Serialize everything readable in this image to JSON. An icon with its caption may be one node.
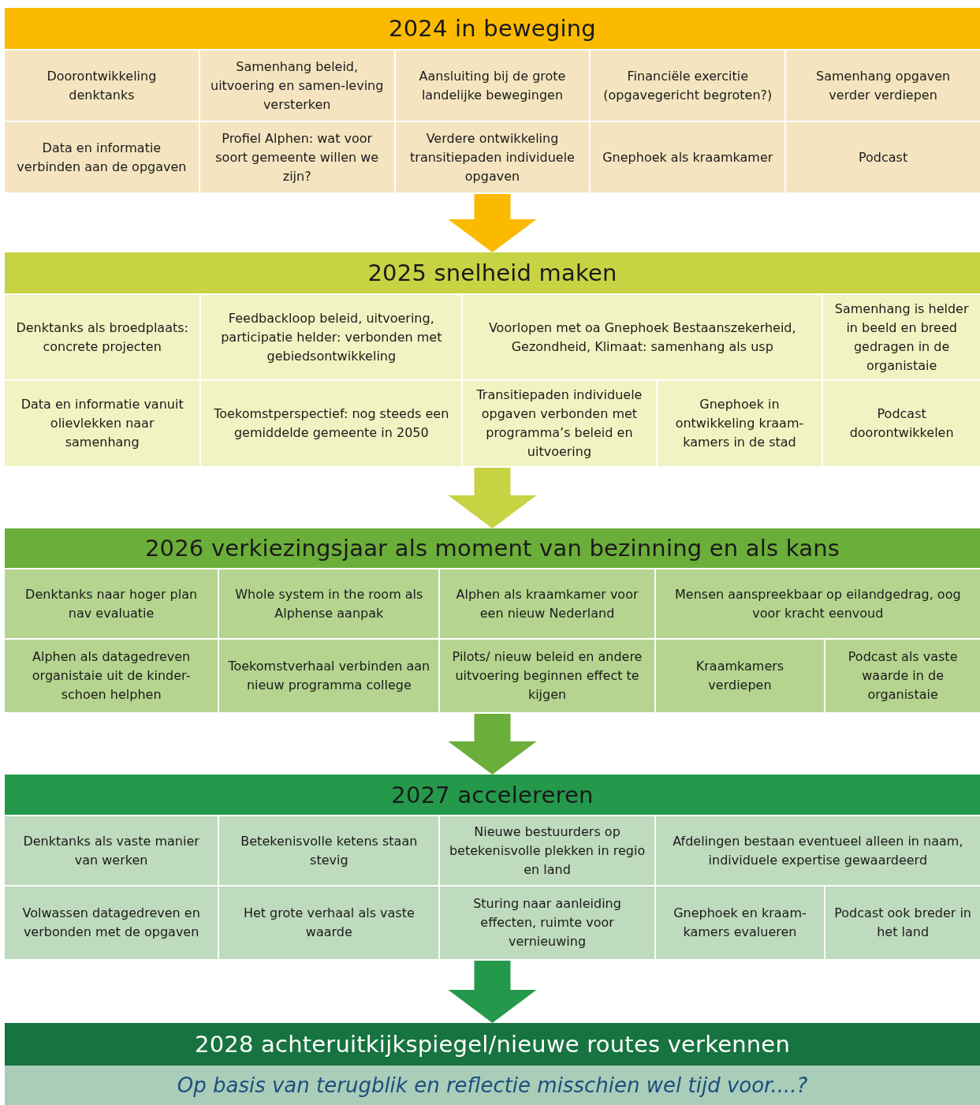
{
  "diagram": {
    "nodes": [
      {
        "text": [
          "2024 in beweging"
        ]
      },
      {
        "text": [
          "Doorontwikkeling denktanks"
        ],
        "in": 0
      },
      {
        "text": [
          "Samenhang beleid, uitvoering en samen-leving versterken"
        ],
        "in": 0
      },
      {
        "text": [
          "Aansluiting bij de grote landelijke bewegingen"
        ],
        "in": 0
      },
      {
        "text": [
          "Financiële exercitie (opgavegericht begroten?)"
        ],
        "in": 0
      },
      {
        "text": [
          "Samenhang opgaven verder verdiepen"
        ],
        "in": 0
      },
      {
        "text": [
          "Data en informatie verbinden aan de opgaven"
        ],
        "in": 0
      },
      {
        "text": [
          "Profiel Alphen: wat voor soort gemeente willen we zijn?"
        ],
        "in": 0
      },
      {
        "text": [
          "Verdere ontwikkeling transitiepaden individuele opgaven"
        ],
        "in": 0
      },
      {
        "text": [
          "Gnephoek als kraamkamer"
        ],
        "in": 0
      },
      {
        "text": [
          "Podcast"
        ],
        "in": 0
      },
      {
        "text": [
          "2025 snelheid maken"
        ]
      },
      {
        "text": [
          "Denktanks als broedplaats: concrete projecten"
        ],
        "in": 11
      },
      {
        "text": [
          "Feedbackloop beleid, uitvoering, participatie helder: verbonden met gebiedsontwikkeling"
        ],
        "in": 11
      },
      {
        "text": [
          "Voorlopen met oa Gnephoek Bestaanszekerheid, Gezondheid, Klimaat: samenhang als usp"
        ],
        "in": 11
      },
      {
        "text": [
          "Samenhang is helder in beeld en breed gedragen in de organistaie"
        ],
        "in": 11
      },
      {
        "text": [
          "Data en informatie vanuit olievlekken naar samenhang"
        ],
        "in": 11
      },
      {
        "text": [
          "Toekomstperspectief: nog steeds een gemiddelde gemeente in 2050"
        ],
        "in": 11
      },
      {
        "text": [
          "Transitiepaden individuele opgaven verbonden met programma’s beleid en uitvoering"
        ],
        "in": 11
      },
      {
        "text": [
          "Gnephoek in ontwikkeling kraam-kamers in de stad"
        ],
        "in": 11
      },
      {
        "text": [
          "Podcast doorontwikkelen"
        ],
        "in": 11
      },
      {
        "text": [
          "2026 verkiezingsjaar als moment van bezinning en als kans"
        ]
      },
      {
        "text": [
          "Denktanks naar hoger plan nav evaluatie"
        ],
        "in": 21
      },
      {
        "text": [
          "Whole system in the room als Alphense aanpak"
        ],
        "in": 21
      },
      {
        "text": [
          "Alphen als kraamkamer voor een nieuw Nederland"
        ],
        "in": 21
      },
      {
        "text": [
          "Mensen aanspreekbaar op eilandgedrag, oog voor kracht eenvoud"
        ],
        "in": 21
      },
      {
        "text": [
          "Alphen als datagedreven organistaie uit de kinder-schoen helphen"
        ],
        "in": 21
      },
      {
        "text": [
          "Toekomstverhaal verbinden aan nieuw programma college"
        ],
        "in": 21
      },
      {
        "text": [
          "Pilots/ nieuw beleid en andere uitvoering beginnen effect te kijgen"
        ],
        "in": 21
      },
      {
        "text": [
          "Kraamkamers verdiepen"
        ],
        "in": 21
      },
      {
        "text": [
          "Podcast als vaste waarde in de organistaie"
        ],
        "in": 21
      },
      {
        "text": [
          "2027 accelereren"
        ]
      },
      {
        "text": [
          "Denktanks als vaste manier van werken"
        ],
        "in": 31
      },
      {
        "text": [
          "Betekenisvolle ketens staan stevig"
        ],
        "in": 31
      },
      {
        "text": [
          "Nieuwe bestuurders op betekenisvolle plekken in regio en land"
        ],
        "in": 31
      },
      {
        "text": [
          "Afdelingen bestaan eventueel alleen in naam, individuele expertise gewaardeerd"
        ],
        "in": 31
      },
      {
        "text": [
          "Volwassen datagedreven en verbonden met de opgaven"
        ],
        "in": 31
      },
      {
        "text": [
          "Het grote verhaal als vaste waarde"
        ],
        "in": 31
      },
      {
        "text": [
          "Sturing naar aanleiding effecten, ruimte voor vernieuwing"
        ],
        "in": 31
      },
      {
        "text": [
          "Gnephoek en kraam-kamers evalueren"
        ],
        "in": 31
      },
      {
        "text": [
          "Podcast ook breder in het land"
        ],
        "in": 31
      },
      {
        "text": [
          "2028 achteruitkijkspiegel/nieuwe routes verkennen",
          "Op basis van terugblik en reflectie misschien wel tijd voor....?"
        ]
      }
    ],
    "edges": [
      {
        "from": 0,
        "to": 11,
        "arrow": "to",
        "color": "#fbba00"
      },
      {
        "from": 11,
        "to": 21,
        "arrow": "to",
        "color": "#c8d344"
      },
      {
        "from": 21,
        "to": 31,
        "arrow": "to",
        "color": "#6cae3a"
      },
      {
        "from": 31,
        "to": 41,
        "arrow": "to",
        "color": "#25994b"
      }
    ]
  }
}
